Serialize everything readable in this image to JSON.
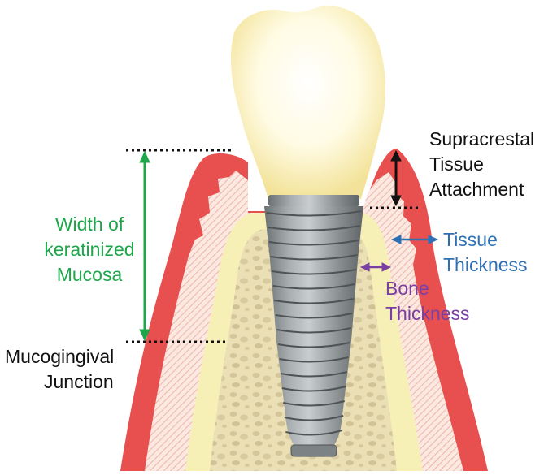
{
  "labels": {
    "keratinized": [
      "Width of",
      "keratinized",
      "Mucosa"
    ],
    "mucogingival": [
      "Mucogingival",
      "Junction"
    ],
    "supracrestal": [
      "Supracrestal",
      "Tissue",
      "Attachment"
    ],
    "tissue_thickness": [
      "Tissue",
      "Thickness"
    ],
    "bone_thickness": [
      "Bone",
      "Thickness"
    ]
  },
  "colors": {
    "gingiva": "#e8504f",
    "gingiva_hatch": "#f3d7cc",
    "bone_cortical": "#f7f0b6",
    "bone_cancellous": "#e4d7ac",
    "implant": "#8f9497",
    "crown": "#fffbe0",
    "keratinized_arrow": "#1fa64a",
    "tissue_arrow": "#2f6fb3",
    "bone_arrow": "#7a3fa3",
    "supracrestal_arrow": "#111111"
  }
}
